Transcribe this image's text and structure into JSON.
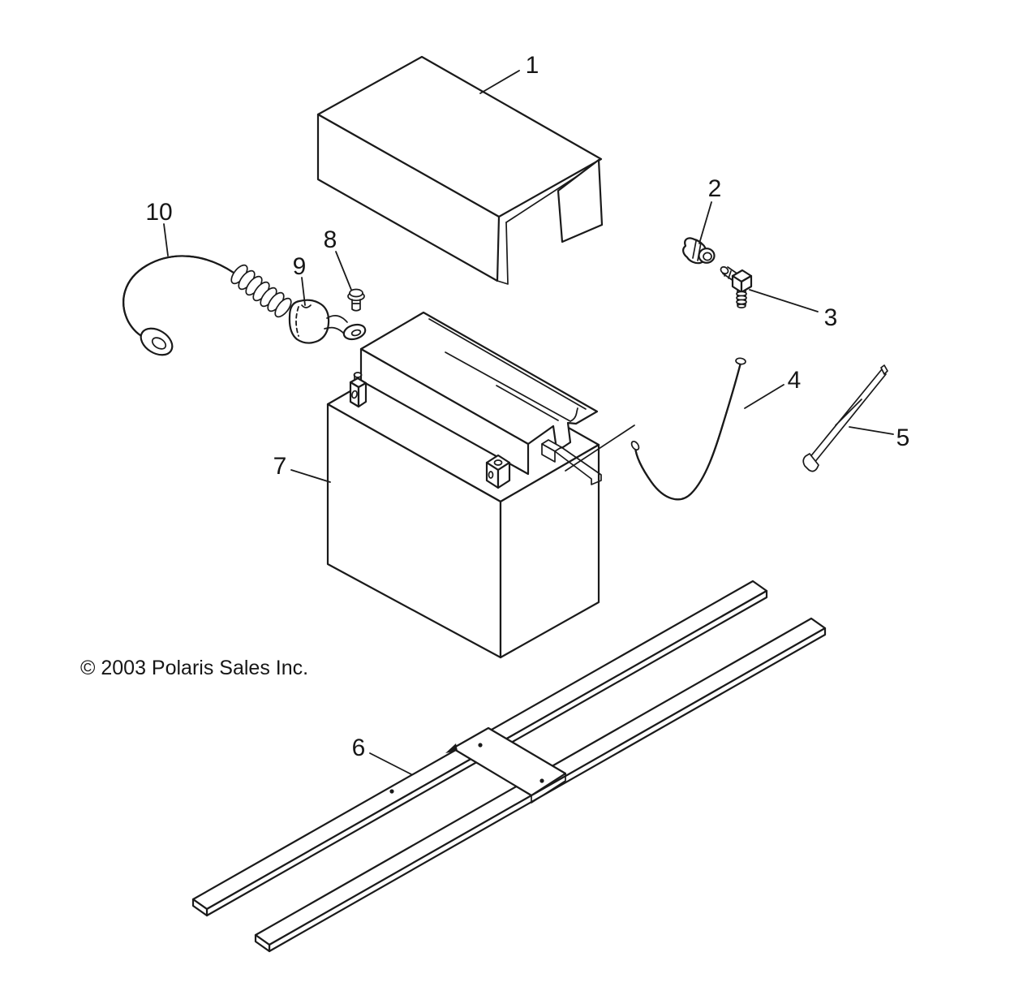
{
  "diagram": {
    "copyright": "© 2003 Polaris Sales Inc.",
    "line_color": "#1a1a1a",
    "background_color": "#ffffff",
    "callouts": [
      {
        "number": "1",
        "part": "battery-cover"
      },
      {
        "number": "2",
        "part": "vent-elbow-fitting"
      },
      {
        "number": "3",
        "part": "vent-tee-fitting"
      },
      {
        "number": "4",
        "part": "vent-tube"
      },
      {
        "number": "5",
        "part": "hold-down-rod"
      },
      {
        "number": "6",
        "part": "hold-down-straps"
      },
      {
        "number": "7",
        "part": "battery"
      },
      {
        "number": "8",
        "part": "terminal-bolt"
      },
      {
        "number": "9",
        "part": "terminal-boot"
      },
      {
        "number": "10",
        "part": "battery-ground-cable"
      }
    ]
  }
}
